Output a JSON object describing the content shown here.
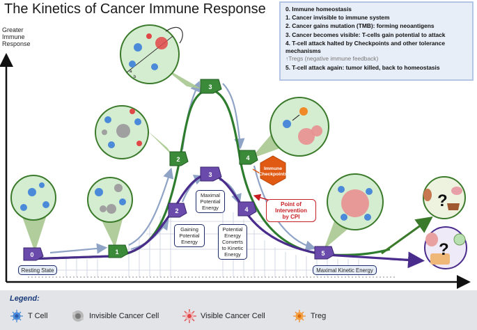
{
  "title": "The Kinetics of Cancer Immune Response",
  "y_axis_label": [
    "Greater",
    "Immune",
    "Response"
  ],
  "key": {
    "items": [
      "0. Immune homeostasis",
      "1. Cancer invisible to immune system",
      "2. Cancer gains mutation (TMB): forming neoantigens",
      "3. Cancer becomes visible: T-cells gain potential to attack",
      "4. T-cell attack halted by Checkpoints and other tolerance mechanisms"
    ],
    "sub_item": "↑Tregs (negative immune feedback)",
    "last_item": "5. T-cell attack again: tumor killed, back to homeostasis"
  },
  "markers": {
    "m0": "0",
    "m1": "1",
    "g2": "2",
    "g3": "3",
    "g4": "4",
    "p2": "2",
    "p3": "3",
    "p4": "4",
    "p5": "5"
  },
  "labels": {
    "resting_state": "Resting State",
    "gaining": [
      "Gaining",
      "Potential",
      "Energy"
    ],
    "maximal_potential": [
      "Maximal",
      "Potential",
      "Energy"
    ],
    "potential_to_kinetic": [
      "Potential",
      "Energy",
      "Converts",
      "to Kinetic",
      "Energy"
    ],
    "maximal_kinetic": "Maximal Kinetic Energy",
    "immune_checkpoints": [
      "Immune",
      "Checkpoints"
    ],
    "point_of_intervention": [
      "Point of",
      "Intervention",
      "by CPI"
    ]
  },
  "inset_letters": [
    "a",
    "b"
  ],
  "outcome_symbols": [
    "?",
    "?"
  ],
  "legend": {
    "title": "Legend:",
    "t_cell": "T Cell",
    "invisible_cancer": "Invisible Cancer Cell",
    "visible_cancer": "Visible Cancer Cell",
    "treg": "Treg"
  },
  "colors": {
    "green_curve": "#2e7d2e",
    "purple_curve": "#4a2c8c",
    "marker_green": "#3a8a3a",
    "marker_purple": "#6a4aaa",
    "checkpoint_orange": "#e05a14",
    "callout_red": "#c81e24",
    "t_cell_blue": "#4a8ad8",
    "treg_orange": "#f08a28",
    "visible_cancer_red": "#e04848",
    "invisible_cancer_gray": "#9a9a9a"
  }
}
